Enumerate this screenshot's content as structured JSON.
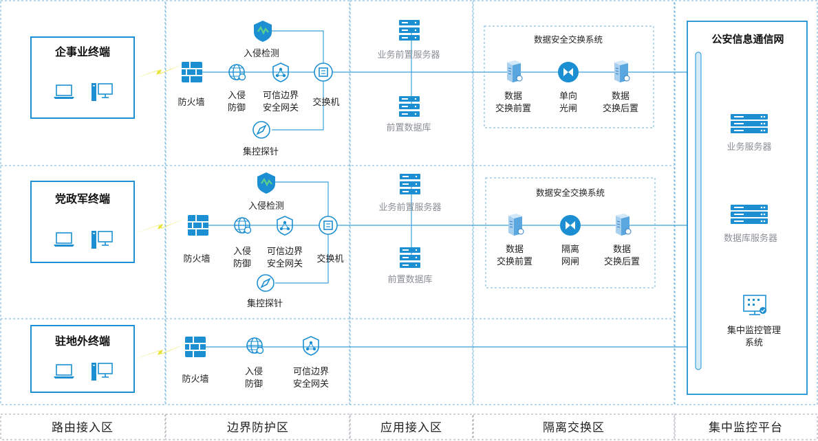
{
  "zones": [
    "路由接入区",
    "边界防护区",
    "应用接入区",
    "隔离交换区",
    "集中监控平台"
  ],
  "terminals": [
    "企事业终端",
    "党政军终端",
    "驻地外终端"
  ],
  "border_devices": {
    "ids": "入侵检测",
    "firewall": "防火墙",
    "ips_l1": "入侵",
    "ips_l2": "防御",
    "gw_l1": "可信边界",
    "gw_l2": "安全网关",
    "switch": "交换机",
    "probe": "集控探针"
  },
  "app_access": {
    "front_server": "业务前置服务器",
    "front_db": "前置数据库"
  },
  "exchange_systems": [
    {
      "title": "数据安全交换系统",
      "front_l1": "数据",
      "front_l2": "交换前置",
      "mid_l1": "单向",
      "mid_l2": "光闸",
      "back_l1": "数据",
      "back_l2": "交换后置"
    },
    {
      "title": "数据安全交换系统",
      "front_l1": "数据",
      "front_l2": "交换前置",
      "mid_l1": "隔离",
      "mid_l2": "网闸",
      "back_l1": "数据",
      "back_l2": "交换后置"
    }
  ],
  "police_network": {
    "title": "公安信息通信网",
    "biz_server": "业务服务器",
    "db_server": "数据库服务器",
    "monitor_l1": "集中监控管理",
    "monitor_l2": "系统"
  },
  "colors": {
    "line": "#3aa0dc",
    "icon": "#1b8fd2",
    "dash": "#6fb0d8",
    "bolt": "#e8e43a",
    "gray_text": "#8a8f96"
  }
}
